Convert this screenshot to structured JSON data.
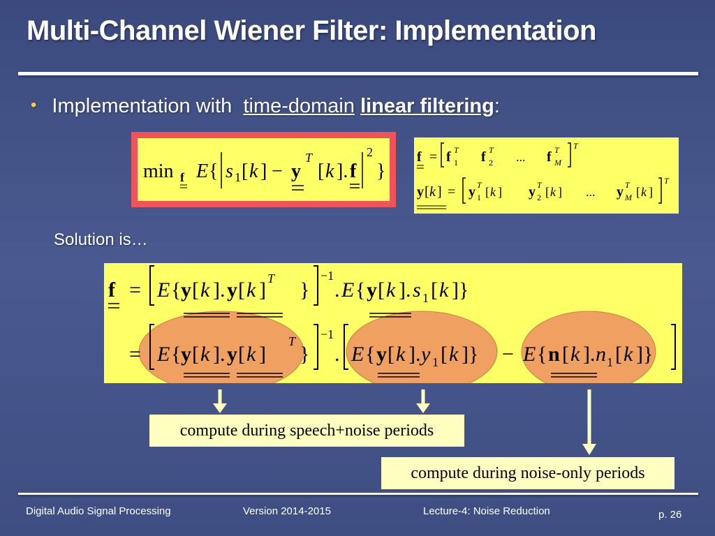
{
  "slide": {
    "title": "Multi-Channel Wiener Filter: Implementation",
    "bullet_prefix": "Implementation with",
    "bullet_term1": "time-domain",
    "bullet_term2": "linear filtering",
    "bullet_suffix": ":",
    "solution": "Solution is…"
  },
  "callouts": {
    "speech_noise": "compute during speech+noise periods",
    "noise_only": "compute during noise-only periods"
  },
  "footer": {
    "course": "Digital Audio Signal Processing",
    "version": "Version 2014-2015",
    "lecture": "Lecture-4: Noise Reduction",
    "page": "p. 26"
  },
  "colors": {
    "background": "#3e4d82",
    "equation_box": "#ffff66",
    "frame": "#f0545a",
    "highlight_ellipse": "#f0a060",
    "callout_box": "#ffffc0",
    "bullet": "#f5d040"
  }
}
